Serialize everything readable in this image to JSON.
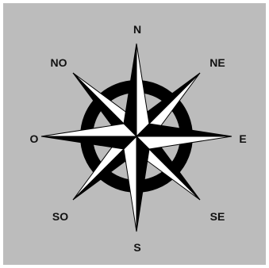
{
  "compass": {
    "north": "N",
    "northeast": "NE",
    "east": "E",
    "southeast": "SE",
    "south": "S",
    "southwest": "SO",
    "west": "O",
    "northwest": "NO"
  },
  "colors": {
    "background": "#bcbcbc",
    "ink": "#000000",
    "light_face": "#ffffff",
    "frame": "#ffffff"
  }
}
